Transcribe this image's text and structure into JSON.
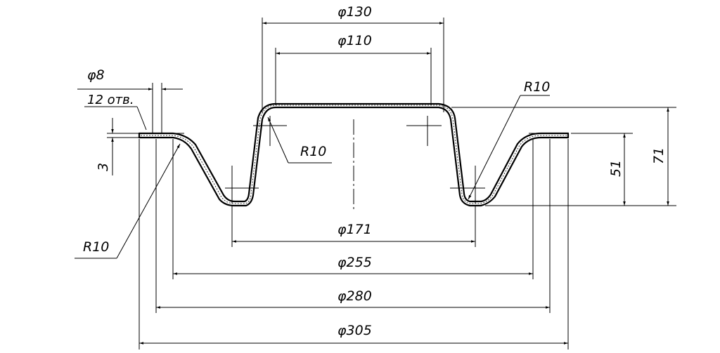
{
  "labels": {
    "d130": "φ130",
    "d110": "φ110",
    "hole_dia": "φ8",
    "holes": "12 отв.",
    "r_top_right": "R10",
    "r_inner_left": "R10",
    "r_bottom_left": "R10",
    "thickness": "3",
    "h51": "51",
    "h71": "71",
    "d171": "φ171",
    "d255": "φ255",
    "d280": "φ280",
    "d305": "φ305"
  }
}
